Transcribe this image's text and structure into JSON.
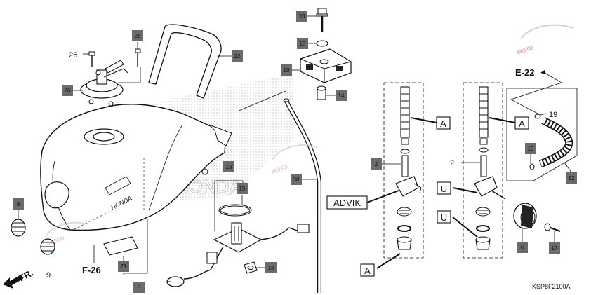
{
  "diagram": {
    "code": "KSP8F2100A",
    "refs": {
      "e22": "E-22",
      "f26": "F-26",
      "fr": "FR."
    },
    "advik": "ADVIK",
    "letters": {
      "a": "A",
      "u": "U"
    },
    "plain_numbers": {
      "n26": "26",
      "n9": "9",
      "n19": "19",
      "n2": "2"
    },
    "callouts": {
      "c26": "26",
      "c28": "28",
      "c22": "22",
      "c20": "20",
      "c15a": "15",
      "c10": "10",
      "c14": "14",
      "c9": "9",
      "c13": "13",
      "c15b": "15",
      "c30": "30",
      "c21": "21",
      "c8": "8",
      "c18": "18",
      "c2": "2",
      "c19": "19",
      "c12": "12",
      "c6": "6",
      "c17": "17"
    },
    "watermark": "MOTO",
    "colors": {
      "line": "#111111",
      "callout_fill": "#6b6b6b",
      "dots": "#9a9a9a",
      "watermark": "#d4a0a0"
    }
  }
}
